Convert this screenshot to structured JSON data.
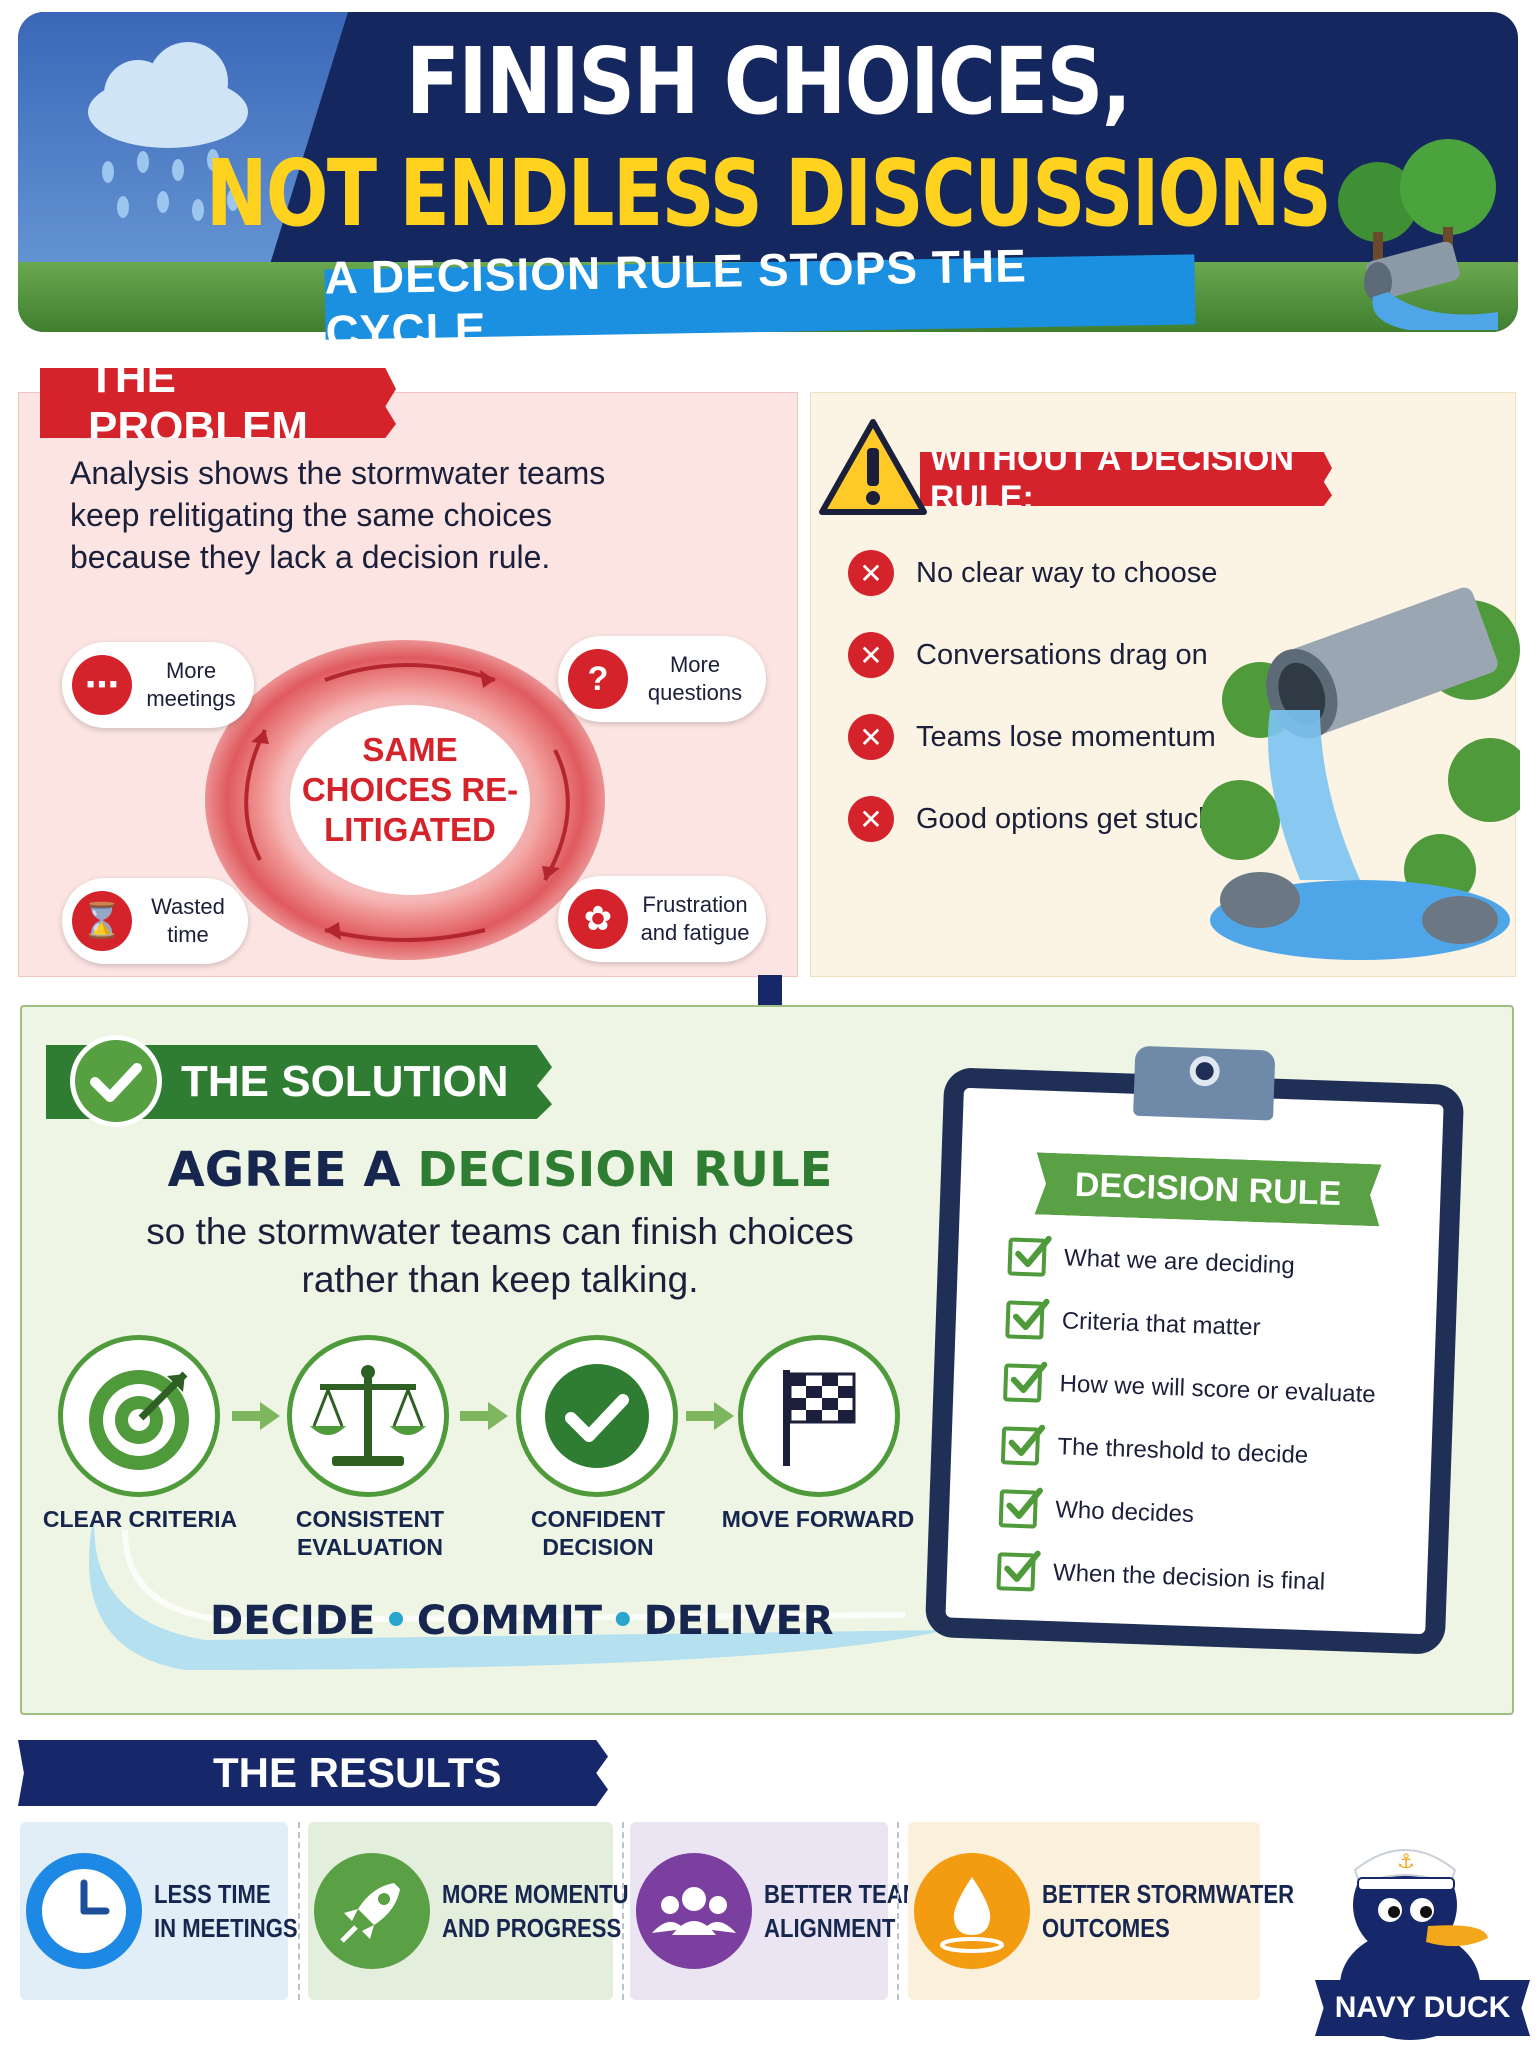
{
  "header": {
    "title_line1": "FINISH CHOICES,",
    "title_line2": "NOT ENDLESS DISCUSSIONS",
    "subtitle": "A DECISION RULE STOPS THE CYCLE"
  },
  "problem": {
    "tag": "THE PROBLEM",
    "text": "Analysis shows the stormwater teams keep relitigating the same choices because they lack a decision rule.",
    "cycle_label": "SAME CHOICES RE-LITIGATED",
    "bubbles": [
      {
        "text": "More meetings",
        "icon": "chat-icon"
      },
      {
        "text": "More questions",
        "icon": "question-icon"
      },
      {
        "text": "Wasted time",
        "icon": "hourglass-icon"
      },
      {
        "text": "Frustration and fatigue",
        "icon": "tangle-icon"
      }
    ]
  },
  "without_rule": {
    "tag": "WITHOUT A DECISION RULE:",
    "items": [
      "No clear way to choose",
      "Conversations drag on",
      "Teams lose momentum",
      "Good options get stuck"
    ]
  },
  "solution": {
    "tag": "THE SOLUTION",
    "heading_part1": "AGREE A ",
    "heading_part2": "DECISION RULE",
    "description": "so the stormwater teams can finish choices rather than keep talking.",
    "steps": [
      {
        "label": "CLEAR CRITERIA",
        "icon": "target-icon"
      },
      {
        "label": "CONSISTENT EVALUATION",
        "icon": "scales-icon"
      },
      {
        "label": "CONFIDENT DECISION",
        "icon": "checkmark-icon"
      },
      {
        "label": "MOVE FORWARD",
        "icon": "checkered-flag-icon"
      }
    ],
    "motto": [
      "DECIDE",
      "COMMIT",
      "DELIVER"
    ]
  },
  "decision_rule": {
    "title": "DECISION RULE",
    "items": [
      "What we are deciding",
      "Criteria that matter",
      "How we will score or evaluate",
      "The threshold to decide",
      "Who decides",
      "When the decision is final"
    ]
  },
  "results": {
    "tag": "THE RESULTS",
    "cards": [
      {
        "line1": "LESS TIME",
        "line2": "IN MEETINGS",
        "icon": "clock-icon",
        "bg": "#e1eef8",
        "accent": "#1e88e5"
      },
      {
        "line1": "MORE MOMENTUM",
        "line2": "AND PROGRESS",
        "icon": "rocket-icon",
        "bg": "#e4eedd",
        "accent": "#5aa145"
      },
      {
        "line1": "BETTER TEAM",
        "line2": "ALIGNMENT",
        "icon": "team-icon",
        "bg": "#ebe4f2",
        "accent": "#7b3fa0"
      },
      {
        "line1": "BETTER STORMWATER",
        "line2": "OUTCOMES",
        "icon": "water-drop-icon",
        "bg": "#fbf0dc",
        "accent": "#f39c12"
      }
    ]
  },
  "brand": {
    "name": "NAVY DUCK"
  }
}
